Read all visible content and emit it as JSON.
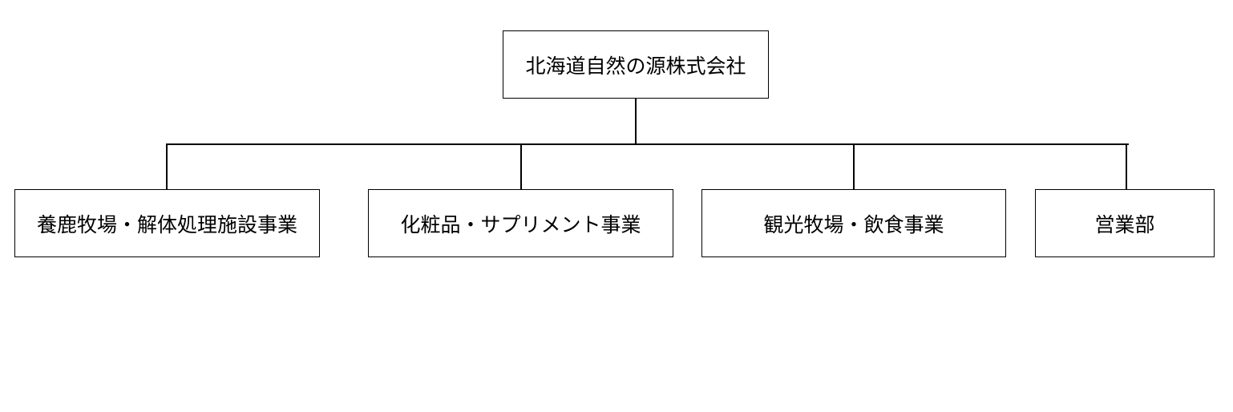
{
  "org_chart": {
    "root": {
      "label": "北海道自然の源株式会社"
    },
    "divisions": [
      {
        "label": "養鹿牧場・解体処理施設事業"
      },
      {
        "label": "化粧品・サプリメント事業"
      },
      {
        "label": "観光牧場・飲食事業"
      },
      {
        "label": "営業部"
      }
    ]
  },
  "colors": {
    "line": "#000000",
    "box_border": "#000000",
    "background": "#ffffff",
    "text": "#000000"
  }
}
